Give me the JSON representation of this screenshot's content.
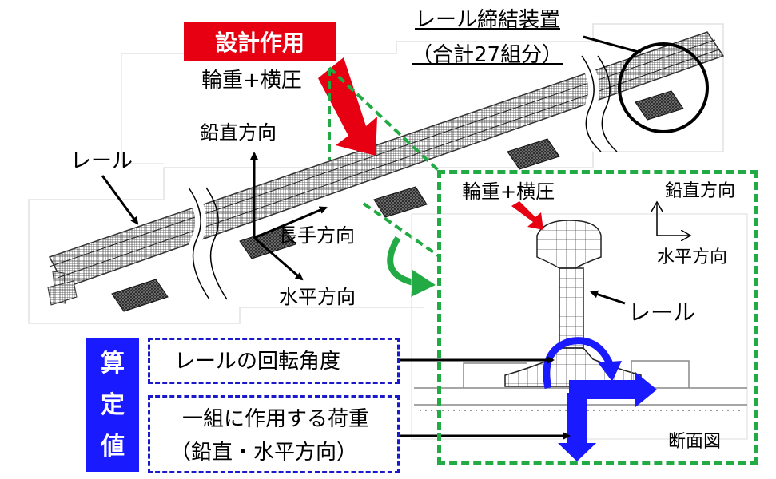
{
  "labels": {
    "design_action": "設計作用",
    "wheel_load": "輪重+横圧",
    "fastening": "レール締結装置",
    "fastening_count": "（合計27組分）",
    "rail_left": "レール",
    "vertical_left": "鉛直方向",
    "longitudinal": "長手方向",
    "horizontal_left": "水平方向",
    "wheel_load_inset": "輪重+横圧",
    "vertical_inset": "鉛直方向",
    "horizontal_inset": "水平方向",
    "rail_inset": "レール",
    "cross_section": "断面図",
    "calc_chars": [
      "算",
      "定",
      "値"
    ],
    "rotation_angle": "レールの回転角度",
    "load_per_set": "一組に作用する荷重",
    "load_directions": "（鉛直・水平方向）"
  },
  "colors": {
    "red": "#e60012",
    "green": "#22aa44",
    "blue": "#1a1aff",
    "navy": "#1a1acc"
  }
}
